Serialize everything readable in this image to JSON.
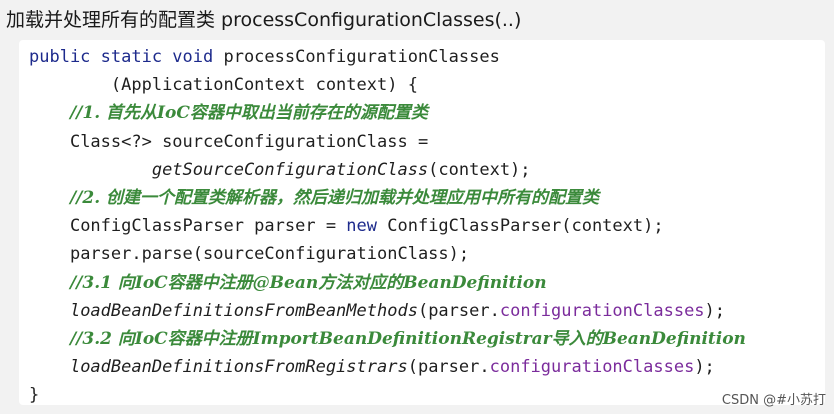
{
  "heading": "加载并处理所有的配置类 processConfigurationClasses(..)",
  "code": {
    "l1_kw": "public static void",
    "l1_name": " processConfigurationClasses",
    "l2_indent": "        ",
    "l2_text": "(ApplicationContext context) {",
    "l3_indent": "    ",
    "l3_comment": "//1. 首先从IoC容器中取出当前存在的源配置类",
    "l4_indent": "    ",
    "l4_text": "Class<?> sourceConfigurationClass =",
    "l5_indent": "            ",
    "l5_method": "getSourceConfigurationClass",
    "l5_rest": "(context);",
    "l6_indent": "    ",
    "l6_comment": "//2. 创建一个配置类解析器，然后递归加载并处理应用中所有的配置类",
    "l7_indent": "    ",
    "l7_a": "ConfigClassParser parser = ",
    "l7_kw": "new",
    "l7_b": " ConfigClassParser(context);",
    "l8_indent": "    ",
    "l8_text": "parser.parse(sourceConfigurationClass);",
    "l9_indent": "    ",
    "l9_comment": "//3.1 向IoC容器中注册@Bean方法对应的BeanDefinition",
    "l10_indent": "    ",
    "l10_method": "loadBeanDefinitionsFromBeanMethods",
    "l10_a": "(parser.",
    "l10_field": "configurationClasses",
    "l10_b": ");",
    "l11_indent": "    ",
    "l11_comment": "//3.2 向IoC容器中注册ImportBeanDefinitionRegistrar导入的BeanDefinition",
    "l12_indent": "    ",
    "l12_method": "loadBeanDefinitionsFromRegistrars",
    "l12_a": "(parser.",
    "l12_field": "configurationClasses",
    "l12_b": ");",
    "l13_text": "}"
  },
  "watermark": "CSDN @#小苏打",
  "colors": {
    "keyword": "#1d2a8c",
    "comment": "#3b8a3b",
    "field": "#7b2c9c",
    "text": "#1f1f1f",
    "background": "#f2f2f2",
    "panel": "#ffffff"
  }
}
